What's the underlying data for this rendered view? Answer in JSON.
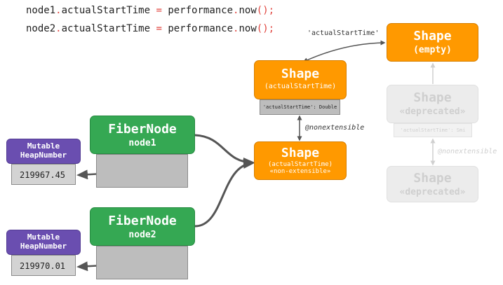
{
  "code_lines": [
    {
      "obj": "node1",
      "dot1": ".",
      "prop": "actualStartTime",
      "assign": " = ",
      "api": "performance",
      "dot2": ".",
      "fn": "now",
      "parens": "();"
    },
    {
      "obj": "node2",
      "dot1": ".",
      "prop": "actualStartTime",
      "assign": " = ",
      "api": "performance",
      "dot2": ".",
      "fn": "now",
      "parens": "();"
    }
  ],
  "fiber_nodes": [
    {
      "title": "FiberNode",
      "subtitle": "node1"
    },
    {
      "title": "FiberNode",
      "subtitle": "node2"
    }
  ],
  "heap_numbers": [
    {
      "label_line1": "Mutable",
      "label_line2": "HeapNumber",
      "value": "219967.45"
    },
    {
      "label_line1": "Mutable",
      "label_line2": "HeapNumber",
      "value": "219970.01"
    }
  ],
  "shapes": {
    "empty": {
      "title": "Shape",
      "subtitle": "(empty)"
    },
    "actual": {
      "title": "Shape",
      "subtitle": "(actualStartTime)",
      "field": "'actualStartTime': Double"
    },
    "nonext": {
      "title": "Shape",
      "subtitle": "(actualStartTime)",
      "subtitle2": "«non-extensible»"
    },
    "deprecated1": {
      "title": "Shape",
      "subtitle": "«deprecated»",
      "field": "'actualStartTime': Smi"
    },
    "deprecated2": {
      "title": "Shape",
      "subtitle": "«deprecated»"
    }
  },
  "edge_labels": {
    "transition": "'actualStartTime'",
    "nonextensible": "@nonextensible",
    "nonextensible_faded": "@nonextensible"
  },
  "colors": {
    "shape": "#ff9900",
    "fiber_node": "#35a853",
    "heap_number": "#6a4eb0",
    "operator": "#e0443e",
    "arrow": "#555555",
    "faded": "#ececec"
  }
}
